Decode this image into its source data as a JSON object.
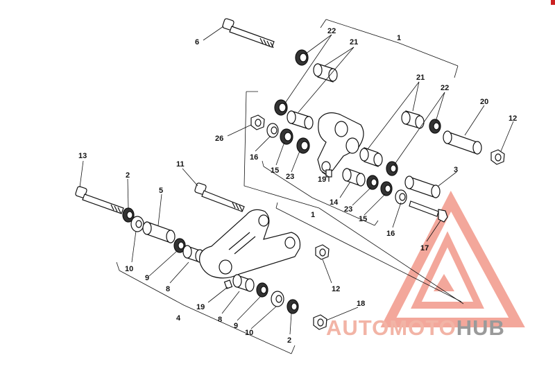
{
  "callouts": {
    "c1_top": "1",
    "c1_mid": "1",
    "c2_left": "2",
    "c2_bottom": "2",
    "c3": "3",
    "c4": "4",
    "c5": "5",
    "c6": "6",
    "c8_left": "8",
    "c8_bottom": "8",
    "c9_left": "9",
    "c9_bottom": "9",
    "c10_left": "10",
    "c10_bottom": "10",
    "c11": "11",
    "c12_right": "12",
    "c12_bottom": "12",
    "c13": "13",
    "c14": "14",
    "c15_left": "15",
    "c15_right": "15",
    "c16_left": "16",
    "c16_right": "16",
    "c17": "17",
    "c18": "18",
    "c19_mid": "19",
    "c19_left": "19",
    "c20": "20",
    "c21_left": "21",
    "c21_right": "21",
    "c22_left": "22",
    "c22_right": "22",
    "c23_left": "23",
    "c23_right": "23",
    "c26": "26"
  },
  "watermark": {
    "part_a": "AUTO",
    "part_b": "MOTO",
    "part_c": "HUB"
  },
  "colors": {
    "line": "#111111",
    "triangle": "#f08a7a",
    "watermark_light": "#f2b4a6",
    "watermark_gray": "#9a9a9a",
    "corner_marker": "#cc2222"
  }
}
